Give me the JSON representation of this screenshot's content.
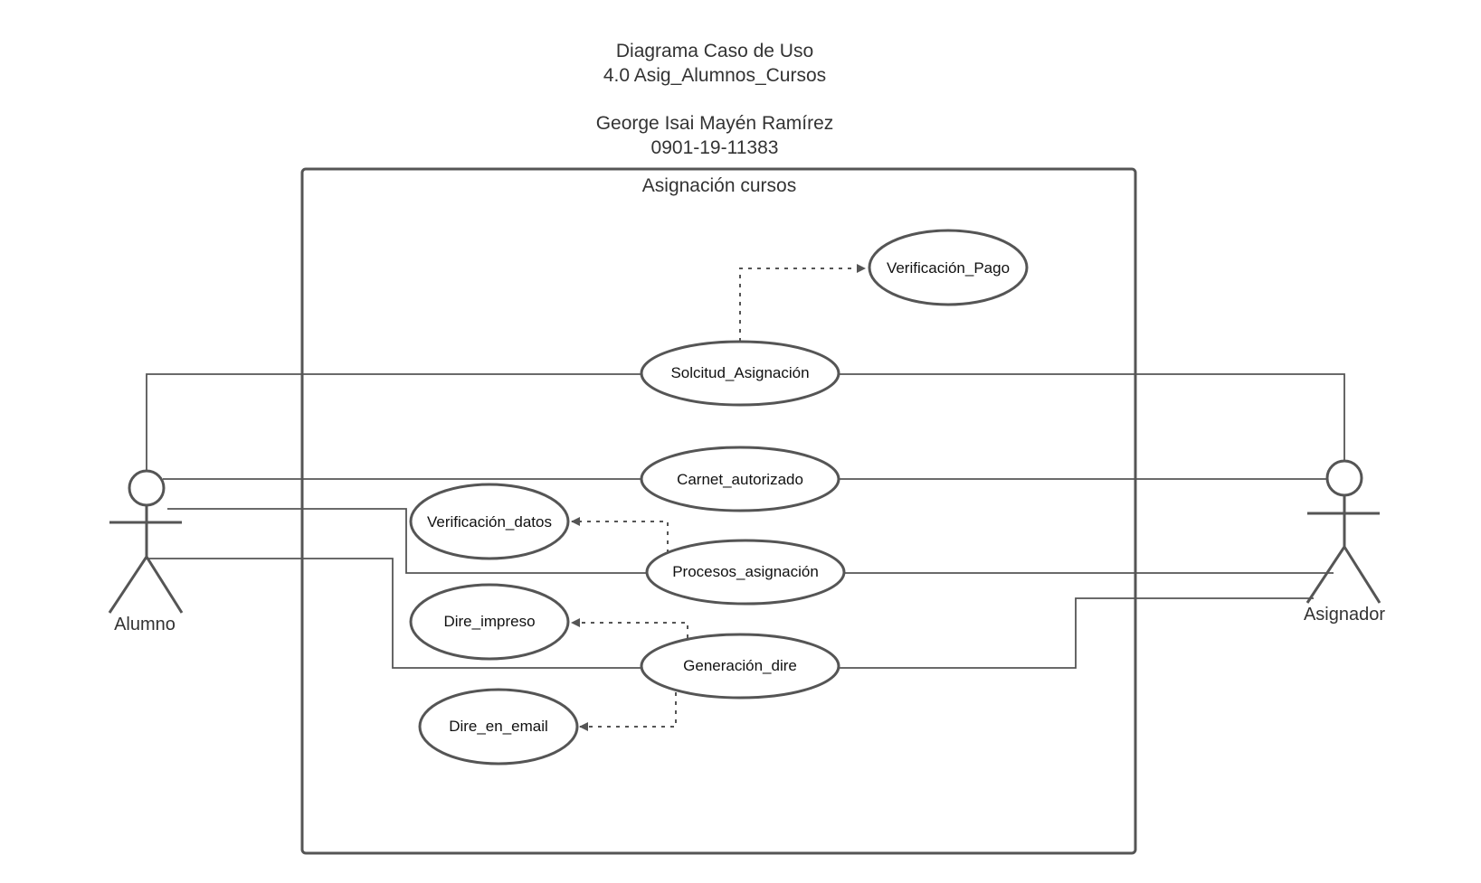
{
  "header": {
    "line1": "Diagrama Caso de Uso",
    "line2": "4.0 Asig_Alumnos_Cursos",
    "line3": "George Isai Mayén Ramírez",
    "line4": "0901-19-11383"
  },
  "system_boundary": {
    "label": "Asignación cursos"
  },
  "actors": {
    "alumno": "Alumno",
    "asignador": "Asignador"
  },
  "use_cases": {
    "verificacion_pago": "Verificación_Pago",
    "solcitud_asignacion": "Solcitud_Asignación",
    "carnet_autorizado": "Carnet_autorizado",
    "verificacion_datos": "Verificación_datos",
    "procesos_asignacion": "Procesos_asignación",
    "dire_impreso": "Dire_impreso",
    "generacion_dire": "Generación_dire",
    "dire_en_email": "Dire_en_email"
  },
  "colors": {
    "line": "#555555",
    "text": "#333333",
    "background": "#ffffff"
  }
}
